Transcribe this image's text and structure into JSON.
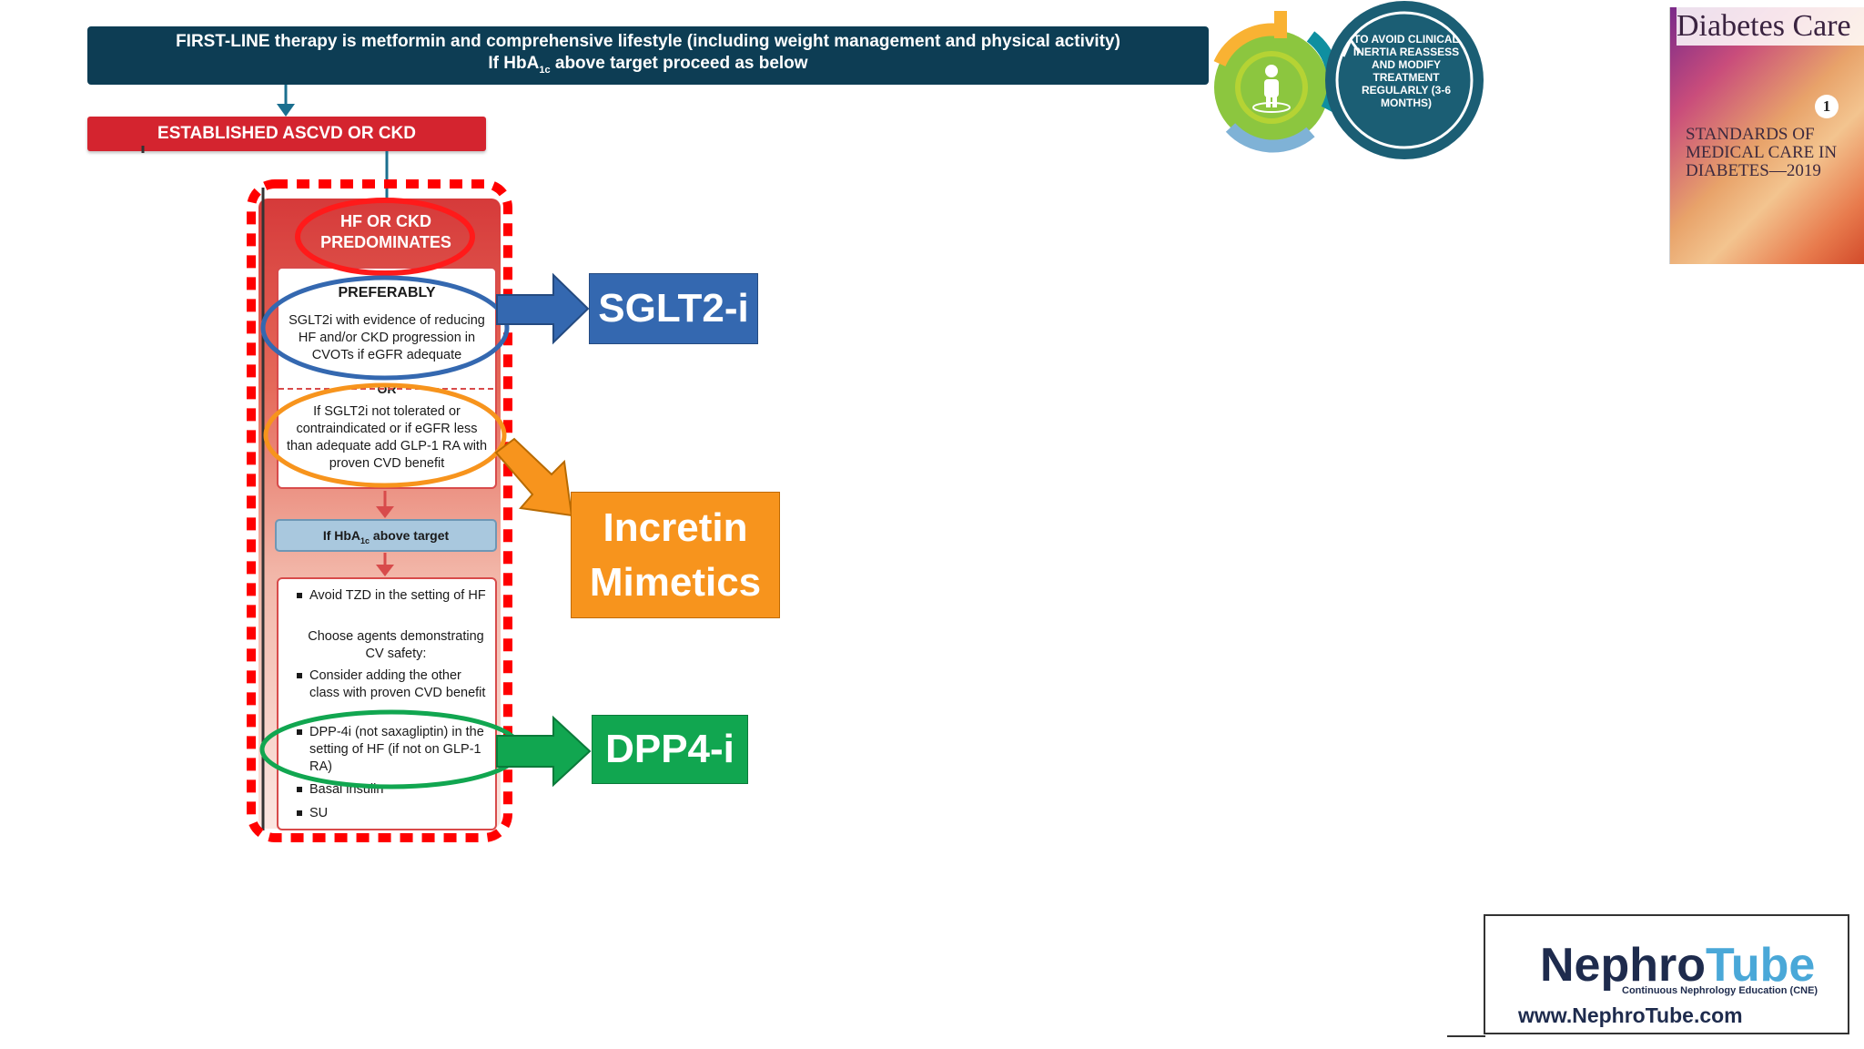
{
  "banner": {
    "line1": "FIRST-LINE therapy is metformin and comprehensive lifestyle (including weight management and physical activity)",
    "line2_pre": "If HbA",
    "line2_sub": "1c",
    "line2_post": " above target proceed as below"
  },
  "established": "ESTABLISHED ASCVD OR CKD",
  "hf_ckd": "HF OR CKD PREDOMINATES",
  "preferably": {
    "heading": "PREFERABLY",
    "body": "SGLT2i with evidence of reducing HF and/or CKD progression in CVOTs if eGFR adequate",
    "or": "OR",
    "alt": "If SGLT2i not tolerated or contraindicated or if eGFR less than adequate add GLP-1 RA with proven CVD benefit"
  },
  "hba1c_box": {
    "pre": "If HbA",
    "sub": "1c",
    "post": " above target"
  },
  "options": {
    "avoid_tzd": "Avoid TZD in the setting of HF",
    "choose": "Choose agents demonstrating CV safety:",
    "consider": "Consider adding the other class with proven CVD benefit",
    "dpp4_note": "DPP-4i (not saxagliptin) in the setting of HF (if not on GLP-1 RA)",
    "basal": "Basal insulin",
    "su": "SU"
  },
  "cycle": {
    "text": "TO AVOID CLINICAL INERTIA REASSESS AND MODIFY TREATMENT REGULARLY (3-6 MONTHS)"
  },
  "journal": {
    "title": "Diabetes Care",
    "issue": "1",
    "subtitle": "STANDARDS OF MEDICAL CARE IN DIABETES—2019"
  },
  "callouts": {
    "sglt2": "SGLT2-i",
    "incretin_line1": "Incretin",
    "incretin_line2": "Mimetics",
    "dpp4": "DPP4-i"
  },
  "nephrotube": {
    "name_a": "Nephro",
    "name_b": "Tube",
    "tagline": "Continuous Nephrology Education (CNE)",
    "url": "www.NephroTube.com"
  },
  "colors": {
    "banner": "#0d3d54",
    "red": "#d4242f",
    "sglt2": "#3468b0",
    "incretin": "#f7941d",
    "dpp4": "#11a650"
  }
}
